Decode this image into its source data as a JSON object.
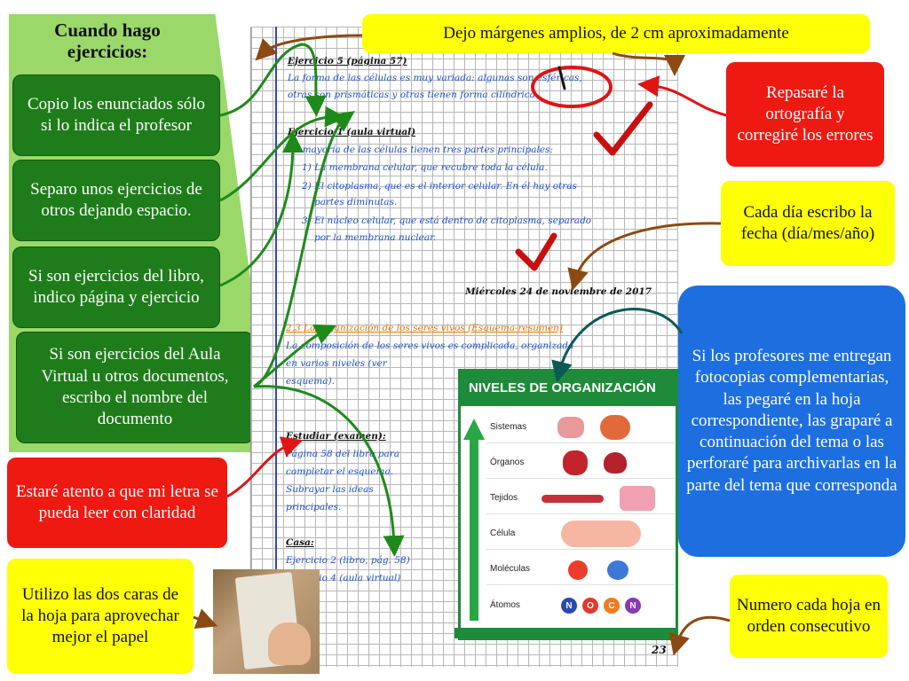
{
  "side_panel": {
    "title": "Cuando hago ejercicios:",
    "items": [
      "Copio los enunciados sólo si lo indica el profesor",
      "Separo unos ejercicios de otros dejando espacio.",
      "Si son ejercicios del libro, indico página y ejercicio",
      "Si son ejercicios del Aula Virtual u otros documentos, escribo el nombre del documento"
    ]
  },
  "notes": {
    "margins": "Dejo márgenes amplios, de 2 cm aproximadamente",
    "spelling": "Repasaré la ortografía y corregiré los errores",
    "date": "Cada día escribo la fecha (día/mes/año)",
    "photocopies": "Si los profesores me entregan fotocopias complementarias, las pegaré en la hoja correspondiente, las graparé a continuación del tema o las perforaré para archivarlas en la parte del tema que corresponda",
    "handwriting": "Estaré atento a que mi letra se pueda leer con claridad",
    "paper": "Utilizo las dos caras de la hoja para aprovechar mejor el papel",
    "numbering": "Numero cada hoja en orden consecutivo"
  },
  "notebook": {
    "lines": [
      {
        "text": "Ejercicio 5 (página 57)",
        "style": "heading"
      },
      {
        "text": "La forma de las células es muy variada: algunas son esféricas,",
        "style": "plain"
      },
      {
        "text": "otras son prismáticas y otras tienen forma cilíndrica.",
        "style": "plain"
      },
      {
        "text": "Ejercicio 1 (aula virtual)",
        "style": "heading"
      },
      {
        "text": "La mayoría de las células tienen tres partes principales:",
        "style": "plain"
      },
      {
        "text": "1) La membrana celular, que recubre toda la célula.",
        "style": "plain"
      },
      {
        "text": "2) El citoplasma, que es el interior celular. En él hay otras",
        "style": "plain"
      },
      {
        "text": "partes diminutas.",
        "style": "plain"
      },
      {
        "text": "3) El núcleo celular, que está dentro de citoplasma, separado",
        "style": "plain"
      },
      {
        "text": "por la membrana nuclear.",
        "style": "plain"
      },
      {
        "text": "Miércoles 24 de noviembre de 2017",
        "style": "date"
      },
      {
        "text": "2.3 La organización de los seres vivos (Esquema-resumen)",
        "style": "plain"
      },
      {
        "text": "La composición de los seres vivos es complicada, organizada",
        "style": "plain"
      },
      {
        "text": "en varios niveles (ver",
        "style": "plain"
      },
      {
        "text": "esquema).",
        "style": "plain"
      },
      {
        "text": "Estudiar (examen):",
        "style": "heading"
      },
      {
        "text": "Página 58 del libro para",
        "style": "plain"
      },
      {
        "text": "completar el esquema.",
        "style": "plain"
      },
      {
        "text": "Subrayar las ideas",
        "style": "plain"
      },
      {
        "text": "principales.",
        "style": "plain"
      },
      {
        "text": "Casa:",
        "style": "heading"
      },
      {
        "text": "Ejercicio 2 (libro, pág. 58)",
        "style": "plain"
      },
      {
        "text": "Ejercicio 4 (aula virtual)",
        "style": "plain"
      }
    ],
    "page_number": "23"
  },
  "levels_chart": {
    "title": "NIVELES DE ORGANIZACIÓN",
    "levels": [
      "Sistemas",
      "Órganos",
      "Tejidos",
      "Célula",
      "Moléculas",
      "Átomos"
    ],
    "atoms": [
      "N",
      "O",
      "C",
      "N"
    ]
  },
  "colors": {
    "green_box": "#1e7d1a",
    "red_box": "#ee1a12",
    "yellow_box": "#ffff06",
    "blue_box": "#1d6fe0",
    "panel": "#9ad86a",
    "notebook_ink": "#1b4fd0"
  },
  "icons": [
    "checkmark-icon",
    "circle-mark-icon",
    "arrow-icon"
  ]
}
